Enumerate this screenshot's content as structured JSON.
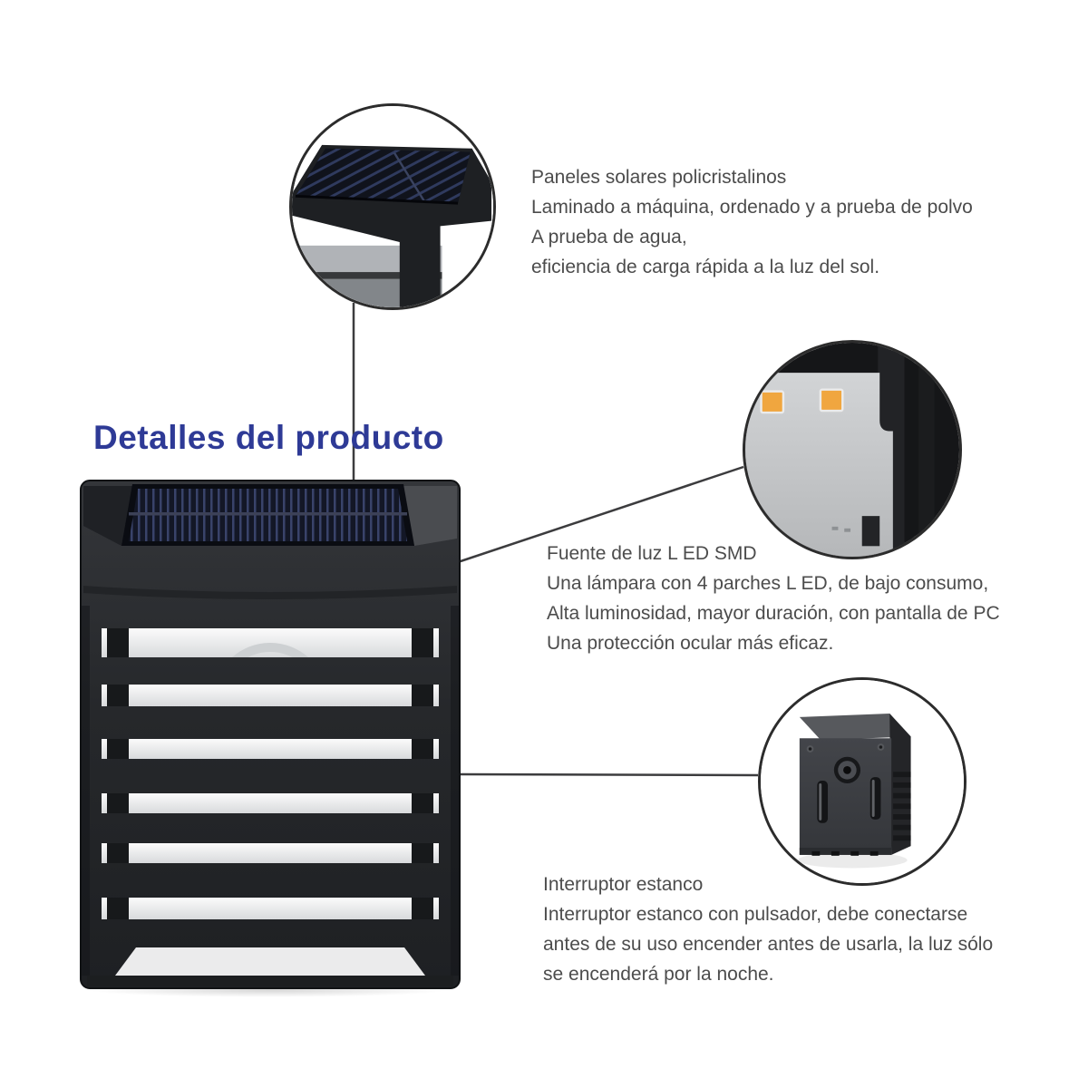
{
  "title": {
    "text": "Detalles del producto"
  },
  "callouts": [
    {
      "id": "solar-panel",
      "photo": "solar-panel-closeup-photo",
      "lines": [
        "Paneles solares policristalinos",
        "Laminado a máquina, ordenado y a prueba de polvo",
        "A prueba de agua,",
        "eficiencia de carga rápida a la luz del sol."
      ]
    },
    {
      "id": "led-light-source",
      "photo": "led-board-closeup-photo",
      "lines": [
        "Fuente de luz L ED SMD",
        "Una lámpara con 4 parches L ED, de bajo consumo,",
        "Alta luminosidad, mayor duración, con pantalla de PC",
        "Una protección ocular más eficaz."
      ]
    },
    {
      "id": "waterproof-switch",
      "photo": "switch-closeup-photo",
      "lines": [
        "Interruptor estanco",
        "Interruptor estanco con pulsador, debe conectarse",
        "antes de su uso encender antes de usarla, la luz sólo",
        "se encenderá por la noche."
      ]
    }
  ],
  "product": {
    "name": "lámpara solar de pared"
  },
  "colors": {
    "accent_blue": "#2e3a96",
    "body_text": "#4c4c4c",
    "connector_line": "#3c3c3e",
    "lamp_black": "#26282b",
    "solar_panel_navy": "#131726",
    "led_chip_orange": "#f0a63f",
    "diffuser_white": "#f0f0f0"
  }
}
